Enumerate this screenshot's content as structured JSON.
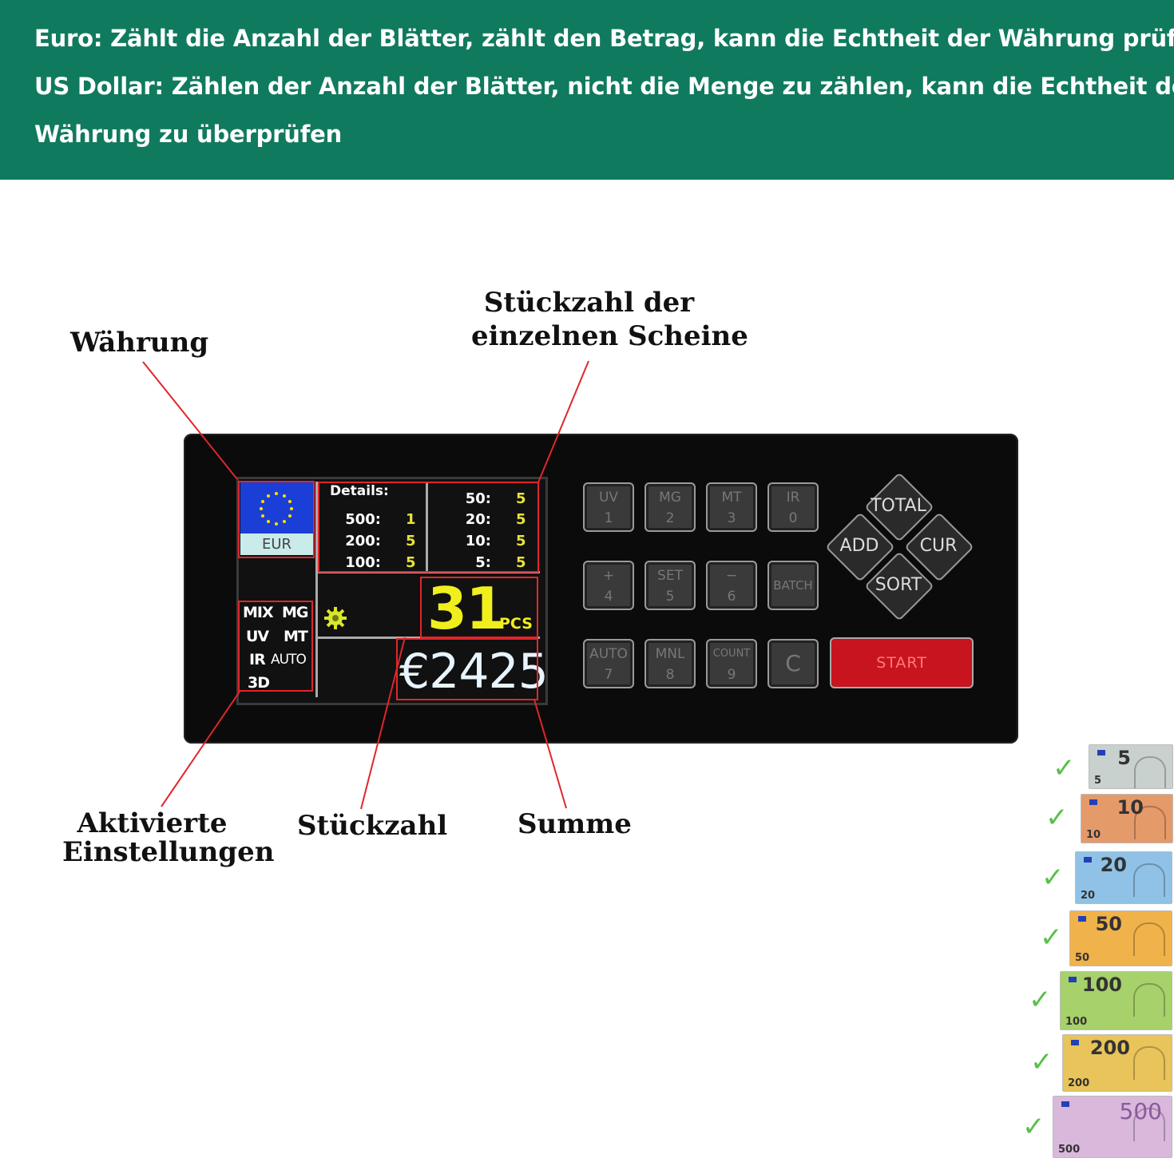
{
  "banner": {
    "line1": "Euro: Zählt die Anzahl der Blätter, zählt den Betrag, kann die Echtheit der Währung prüfen",
    "line2": "US Dollar: Zählen der Anzahl der Blätter, nicht die Menge zu zählen, kann die Echtheit der",
    "line3": "Währung zu überprüfen",
    "bg_color": "#107a5e"
  },
  "callouts": {
    "currency": "Währung",
    "single_count_1": "Stückzahl der",
    "single_count_2": "einzelnen Scheine",
    "settings_1": "Aktivierte",
    "settings_2": "Einstellungen",
    "pieces": "Stückzahl",
    "sum": "Summe",
    "line_color": "#e0262a"
  },
  "screen": {
    "currency_code": "EUR",
    "details_title": "Details:",
    "details_left": [
      {
        "den": "500:",
        "count": "1"
      },
      {
        "den": "200:",
        "count": "5"
      },
      {
        "den": "100:",
        "count": "5"
      }
    ],
    "details_right": [
      {
        "den": "50:",
        "count": "5"
      },
      {
        "den": "20:",
        "count": "5"
      },
      {
        "den": "10:",
        "count": "5"
      },
      {
        "den": "5:",
        "count": "5"
      }
    ],
    "modes": {
      "mix": "MIX",
      "mg": "MG",
      "uv": "UV",
      "mt": "MT",
      "ir": "IR",
      "auto": "AUTO",
      "three_d": "3D"
    },
    "pieces_value": "31",
    "pieces_unit": "PCS",
    "total_value": "€2425",
    "count_color": "#f0ef1c"
  },
  "keypad": {
    "k1": {
      "top": "UV",
      "bottom": "1"
    },
    "k2": {
      "top": "MG",
      "bottom": "2"
    },
    "k3": {
      "top": "MT",
      "bottom": "3"
    },
    "k0": {
      "top": "IR",
      "bottom": "0"
    },
    "k4": {
      "top": "+",
      "bottom": "4"
    },
    "k5": {
      "top": "SET",
      "bottom": "5"
    },
    "k6": {
      "top": "−",
      "bottom": "6"
    },
    "kbatch": "BATCH",
    "k7": {
      "top": "AUTO",
      "bottom": "7"
    },
    "k8": {
      "top": "MNL",
      "bottom": "8"
    },
    "k9": {
      "top": "COUNT",
      "bottom": "9"
    },
    "kc": "C",
    "total": "TOTAL",
    "add": "ADD",
    "cur": "CUR",
    "sort": "SORT",
    "start": "START",
    "start_color": "#c8141e"
  },
  "notes": [
    {
      "value": "5",
      "small": "5",
      "color": "#c9d1cf"
    },
    {
      "value": "10",
      "small": "10",
      "color": "#e59a6a"
    },
    {
      "value": "20",
      "small": "20",
      "color": "#8fc2e6"
    },
    {
      "value": "50",
      "small": "50",
      "color": "#f0b24a"
    },
    {
      "value": "100",
      "small": "100",
      "color": "#a7d16a"
    },
    {
      "value": "200",
      "small": "200",
      "color": "#e8c45a"
    },
    {
      "value": "500",
      "small": "500",
      "color": "#d9b8dc"
    }
  ],
  "check_color": "#59c04a"
}
